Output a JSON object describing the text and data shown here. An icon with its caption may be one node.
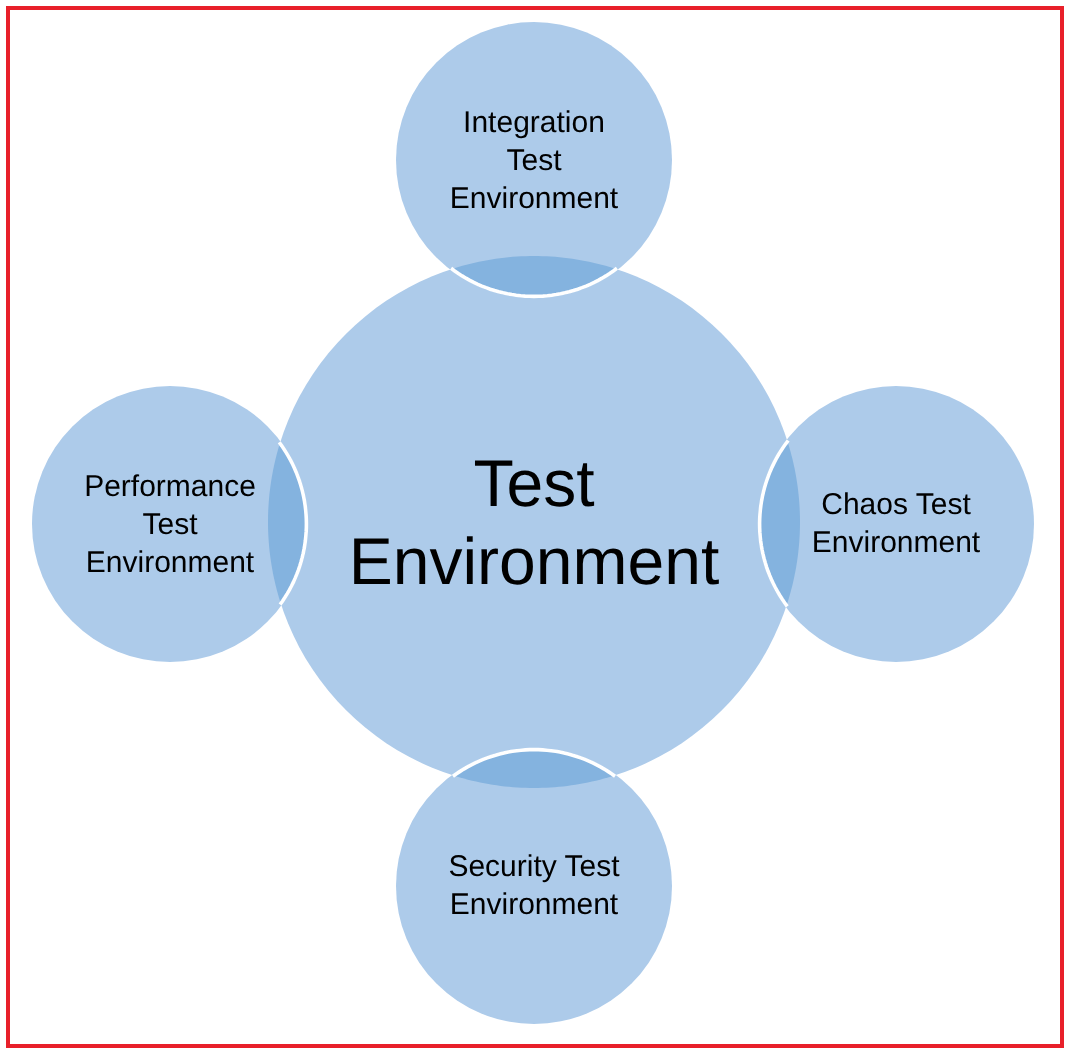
{
  "diagram": {
    "nodes": [
      {
        "text": [
          "Integration Test Environment"
        ]
      },
      {
        "text": [
          "Performance Test Environment"
        ]
      },
      {
        "text": [
          "Test Environment"
        ]
      },
      {
        "text": [
          "Chaos Test Environment"
        ]
      },
      {
        "text": [
          "Security Test Environment"
        ]
      }
    ]
  }
}
